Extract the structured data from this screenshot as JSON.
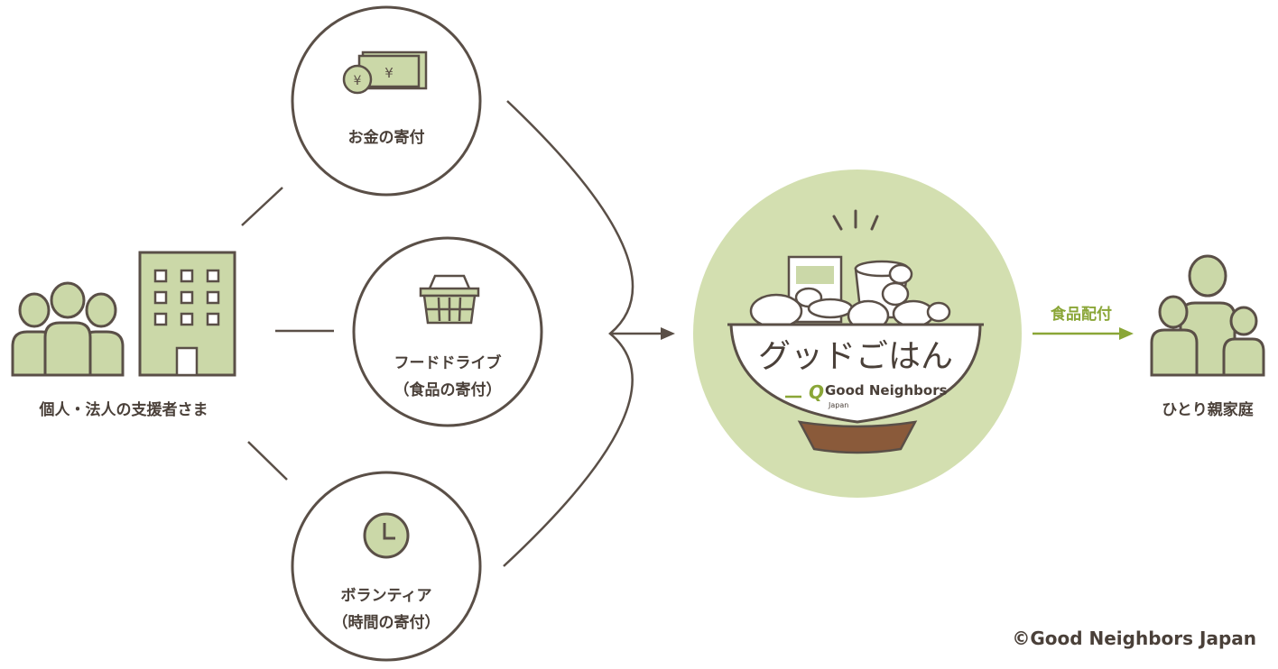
{
  "colors": {
    "ink": "#5a4f47",
    "sage": "#cbd8a8",
    "sage_dark": "#d3dfb0",
    "accent_green": "#8aa637",
    "bowl_base": "#8a5a3a"
  },
  "supporters": {
    "label": "個人・法人の支援者さま",
    "icons": [
      "people-icon",
      "building-icon"
    ]
  },
  "donations": [
    {
      "icon": "money-icon",
      "lines": [
        "お金の寄付"
      ]
    },
    {
      "icon": "basket-icon",
      "lines": [
        "フードドライブ",
        "（食品の寄付）"
      ]
    },
    {
      "icon": "clock-icon",
      "lines": [
        "ボランティア",
        "（時間の寄付）"
      ]
    }
  ],
  "program": {
    "title": "グッドごはん",
    "brand": "Good Neighbors",
    "brand_sub": "Japan"
  },
  "delivery": {
    "label": "食品配付"
  },
  "recipients": {
    "label": "ひとり親家庭",
    "icon": "family-icon"
  },
  "copyright": "©Good Neighbors Japan"
}
